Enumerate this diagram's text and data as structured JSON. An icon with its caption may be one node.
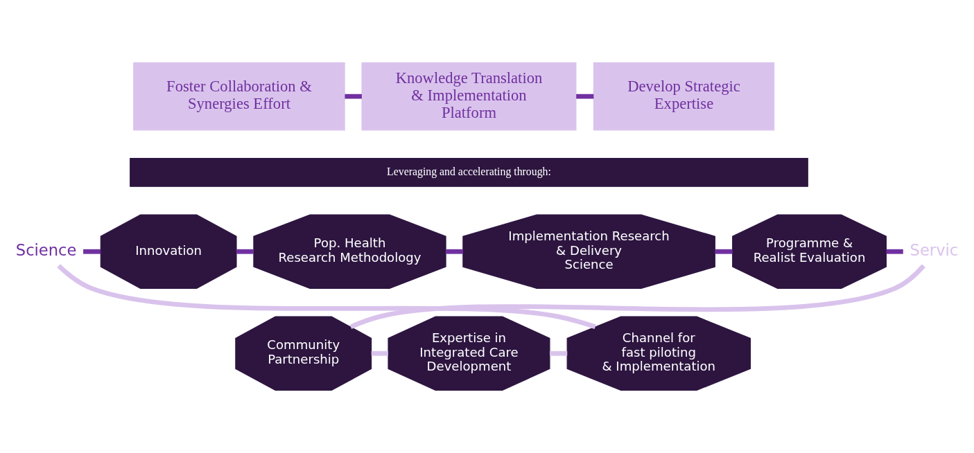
{
  "diagram": {
    "nodes": [
      {
        "text": [
          "Foster Collaboration & Synergies Effort"
        ]
      },
      {
        "text": [
          "Knowledge Translation & Implementation Platform"
        ]
      },
      {
        "text": [
          "Develop Strategic Expertise"
        ]
      },
      {
        "text": [
          "Leveraging and accelerating through:"
        ]
      },
      {
        "text": [
          "Science"
        ]
      },
      {
        "text": [
          "Innovation"
        ]
      },
      {
        "text": [
          "Pop. Health Research Methodology"
        ]
      },
      {
        "text": [
          "Implementation Research & Delivery Science"
        ]
      },
      {
        "text": [
          "Programme & Realist Evaluation"
        ]
      },
      {
        "text": [
          "Servic"
        ]
      },
      {
        "text": [
          "Channel for fast piloting & Implementation"
        ]
      },
      {
        "text": [
          "Expertise in Integrated Care Development"
        ]
      },
      {
        "text": [
          "Community Partnership"
        ]
      }
    ],
    "edges": [
      {
        "from": 0,
        "to": 1,
        "arrow": "none"
      },
      {
        "from": 1,
        "to": 2,
        "arrow": "none"
      },
      {
        "from": 4,
        "to": 5,
        "arrow": "none"
      },
      {
        "from": 5,
        "to": 6,
        "arrow": "none"
      },
      {
        "from": 6,
        "to": 7,
        "arrow": "none"
      },
      {
        "from": 7,
        "to": 8,
        "arrow": "none"
      },
      {
        "from": 8,
        "to": 9,
        "arrow": "none"
      },
      {
        "from": 9,
        "to": 12,
        "arrow": "none",
        "color": "#d9c3ec"
      },
      {
        "from": 12,
        "to": 11,
        "arrow": "none",
        "color": "#d9c3ec"
      },
      {
        "from": 11,
        "to": 10,
        "arrow": "none",
        "color": "#d9c3ec"
      },
      {
        "from": 10,
        "to": 4,
        "arrow": "none",
        "color": "#d9c3ec"
      }
    ]
  }
}
